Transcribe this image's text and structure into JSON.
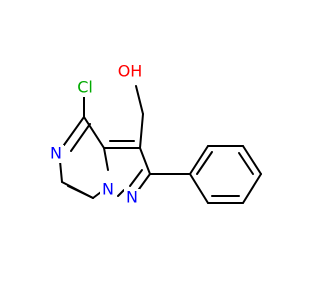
{
  "labels": {
    "chlorine": "Cl",
    "pyrazine_n": "N",
    "bridge_n": "N",
    "pyrazole_n": "N",
    "hydroxyl": "OH"
  },
  "colors": {
    "bond": "#000000",
    "chlorine": "#00aa00",
    "nitrogen": "#0000ff",
    "oxygen": "#ff0000",
    "background": "#ffffff"
  }
}
